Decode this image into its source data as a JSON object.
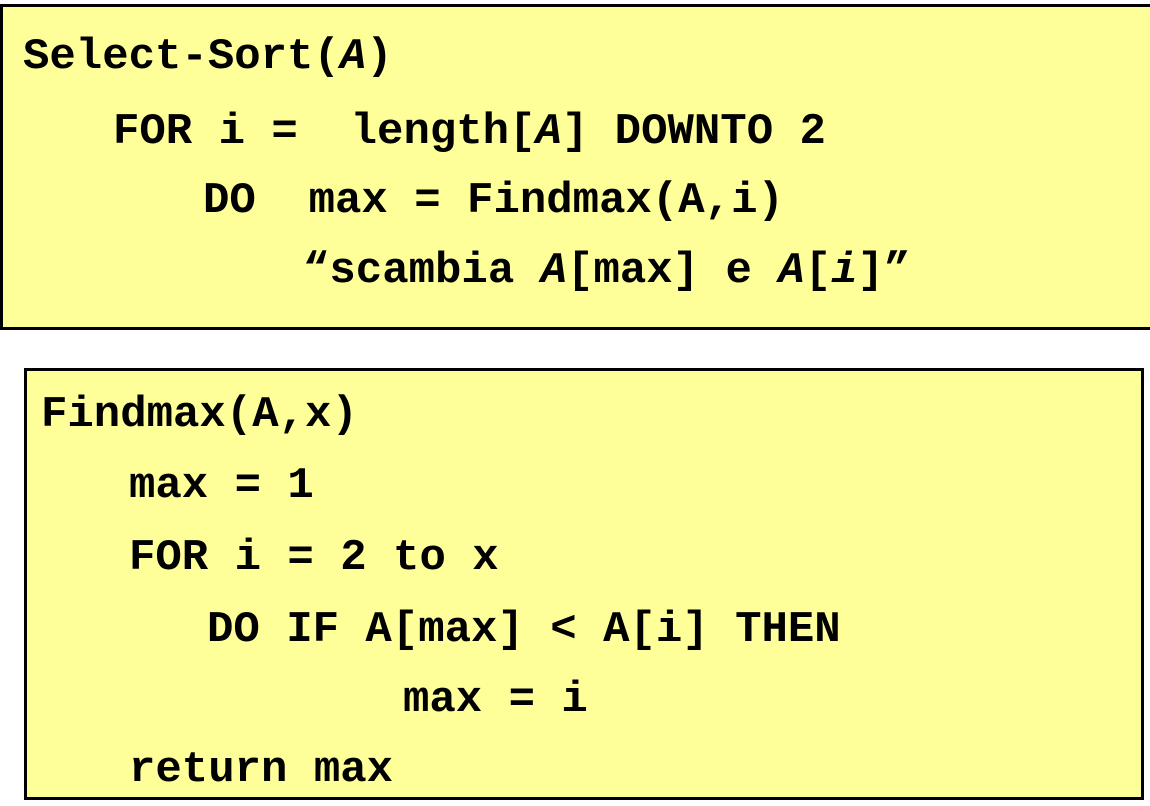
{
  "select_sort": {
    "header_name": "Select-Sort(",
    "header_param": "A",
    "header_close": ")",
    "for_prefix": "FOR i =  length[",
    "for_param": "A",
    "for_suffix": "] DOWNTO 2",
    "do_line": "DO  max = Findmax(A,i)",
    "swap_open": "“scambia ",
    "swap_a1": "A",
    "swap_mid": "[max] e ",
    "swap_a2": "A",
    "swap_bracket": "[",
    "swap_i": "i",
    "swap_close": "]”"
  },
  "findmax": {
    "header": "Findmax(A,x)",
    "init": "max = 1",
    "loop": "FOR i = 2 to x",
    "cond": "DO IF A[max] < A[i] THEN",
    "assign": "max = i",
    "ret": "return max"
  },
  "colors": {
    "box_fill": "#ffff99",
    "border": "#000000",
    "text": "#000000"
  }
}
